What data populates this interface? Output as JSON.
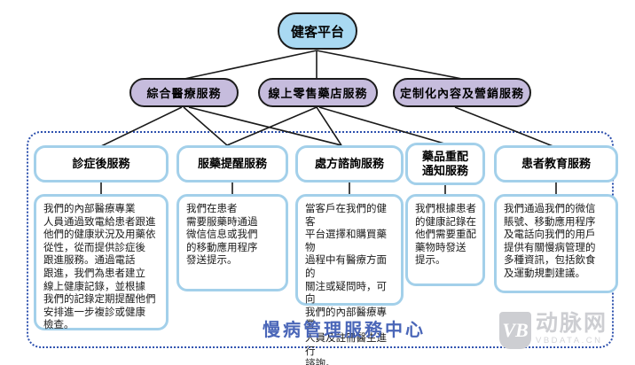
{
  "root": {
    "label": "健客平台"
  },
  "branches": [
    {
      "label": "綜合醫療服務"
    },
    {
      "label": "線上零售藥店服務"
    },
    {
      "label": "定制化內容及營銷服務"
    }
  ],
  "services": [
    {
      "title": "診症後服務",
      "desc": "我們的內部醫療專業\n人員通過致電給患者跟進\n他們的健康狀況及用藥依\n從性，從而提供診症後\n跟進服務。通過電話\n跟進，我們為患者建立\n線上健康記錄，並根據\n我們的記錄定期提醒他們\n安排進一步複診或健康\n檢查。"
    },
    {
      "title": "服藥提醒服務",
      "desc": "我們在患者\n需要服藥時通過\n微信信息或我們\n的移動應用程序\n發送提示。"
    },
    {
      "title": "處方諮詢服務",
      "desc": "當客戶在我們的健客\n平台選擇和購買藥物\n過程中有醫療方面的\n關注或疑問時，可向\n我們的內部醫療專業\n人員及註冊醫生進行\n諮詢。"
    },
    {
      "title": "藥品重配\n通知服務",
      "desc": "我們根據患者\n的健康記錄在\n他們需要重配\n藥物時發送\n提示。"
    },
    {
      "title": "患者教育服務",
      "desc": "我們通過我們的微信\n賬號、移動應用程序\n及電話向我們的用戶\n提供有關慢病管理的\n多種資訊，包括飲食\n及運動規劃建議。"
    }
  ],
  "container": {
    "label": "慢病管理服務中心"
  },
  "watermark": {
    "logo": "VB",
    "name": "动脉网",
    "domain": "VBDATA.CN"
  },
  "colors": {
    "root_fill": "#a9d9f2",
    "branch_fill": "#c6bcdd",
    "box_border": "#a3d0ea",
    "dashed_border": "#2e51ae",
    "center_label": "#4a66b8",
    "connector": "#1a1a1a",
    "watermark": "#cdced2"
  }
}
